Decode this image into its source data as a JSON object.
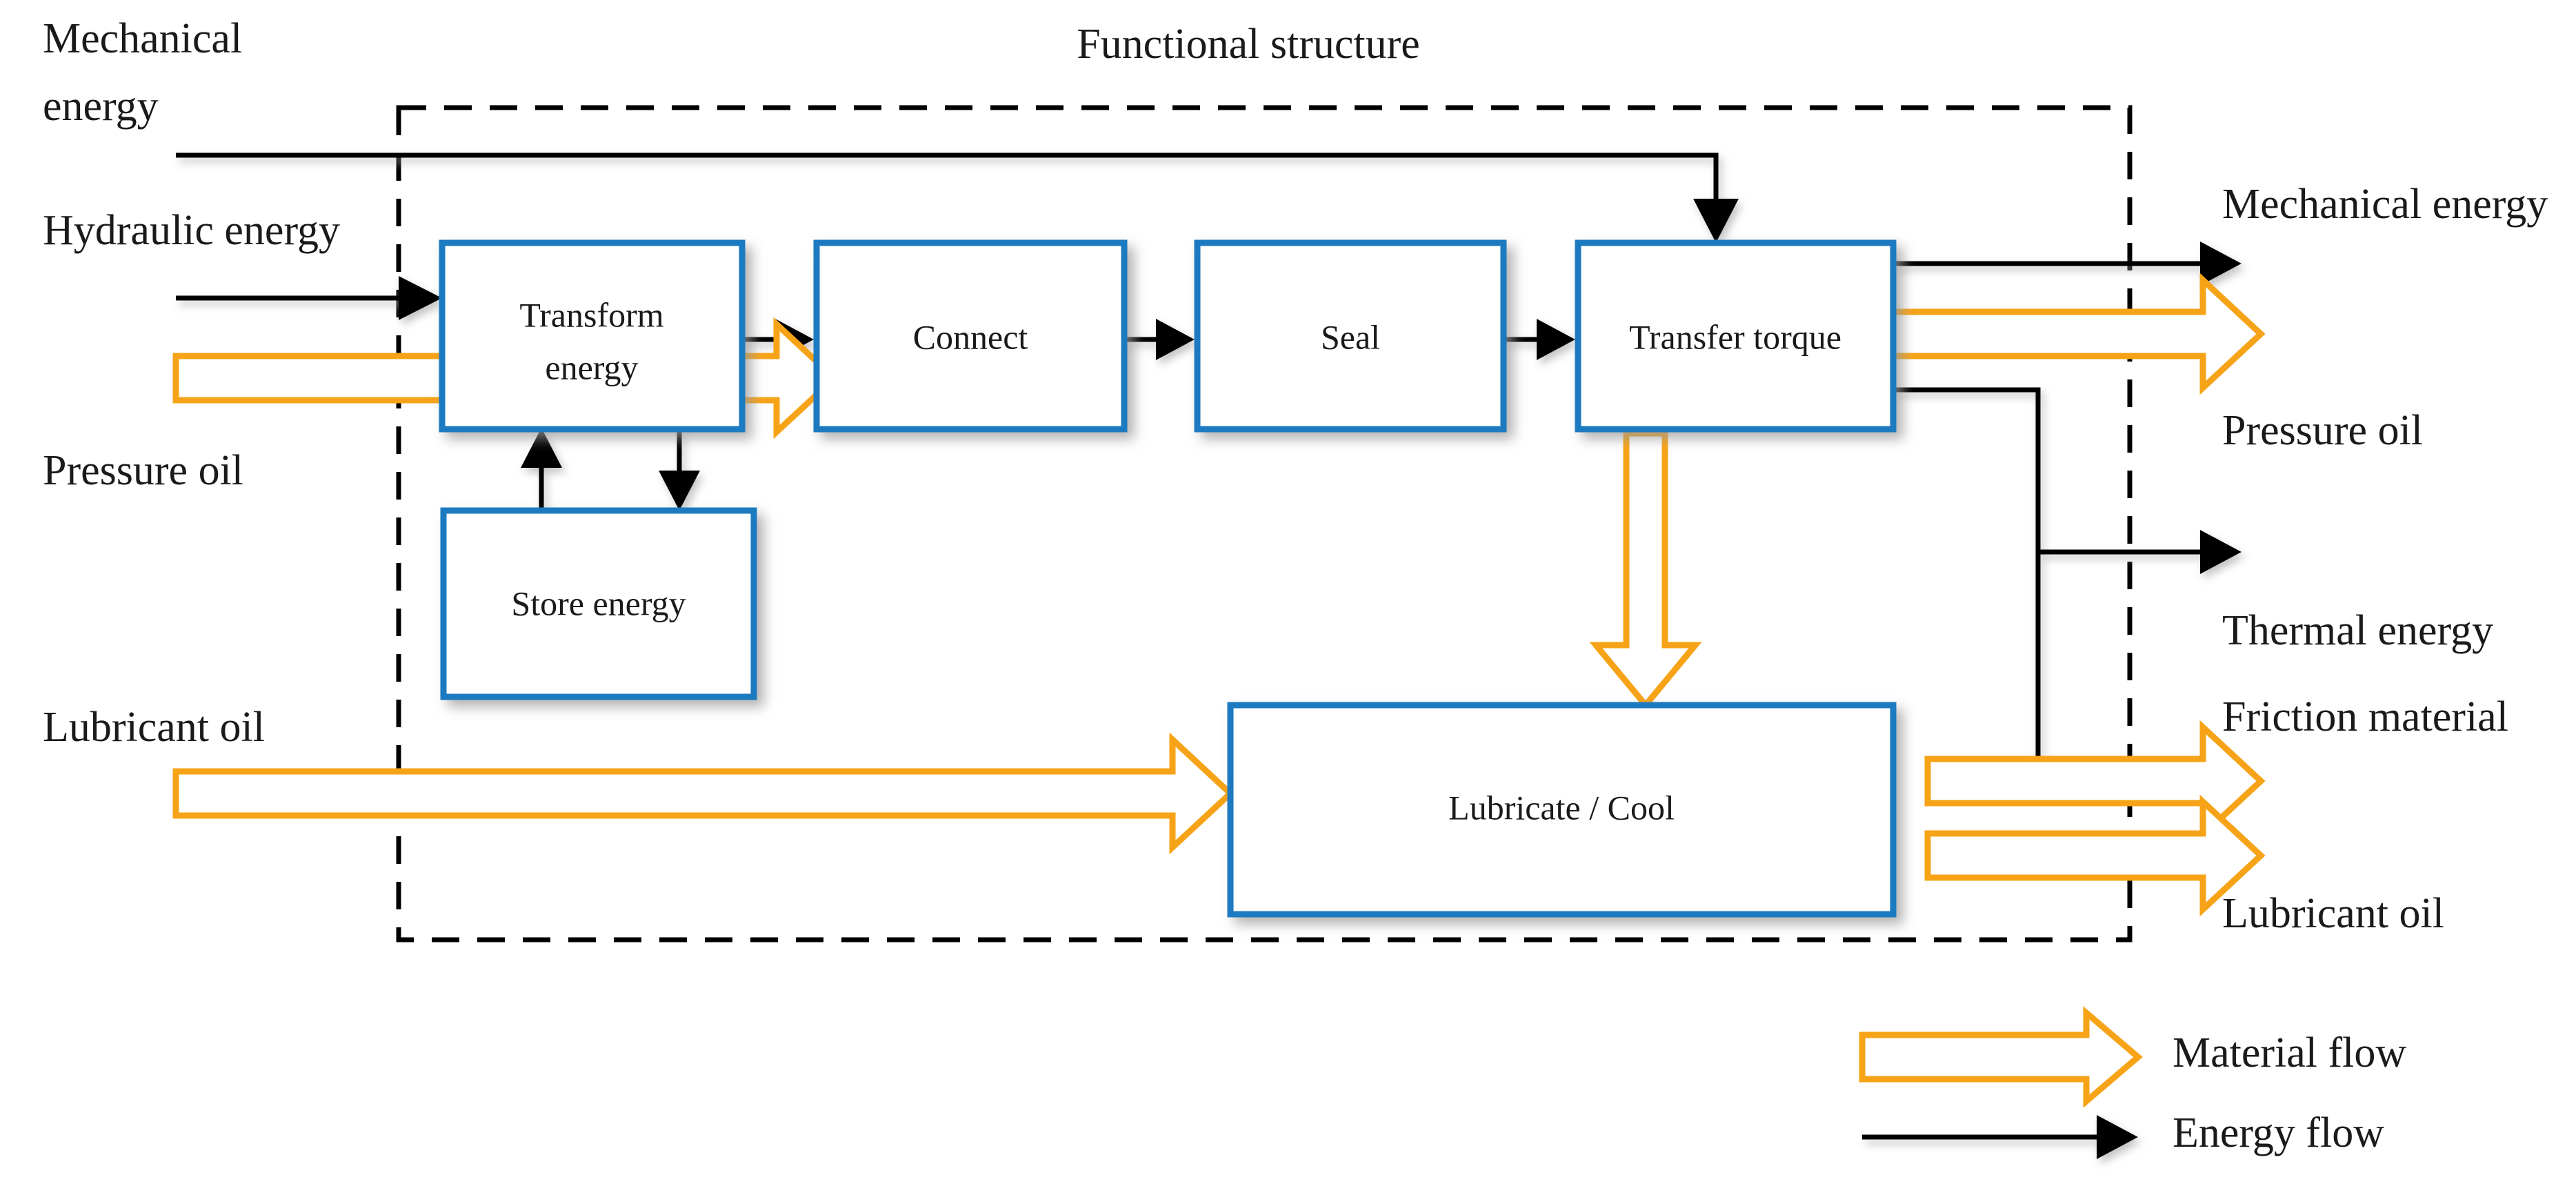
{
  "diagram": {
    "title": "Functional structure",
    "colors": {
      "box_border": "#1f7ac0",
      "material_flow": "#f7a317",
      "energy_flow": "#000000",
      "boundary": "#000000",
      "background": "#ffffff"
    },
    "boundary": {
      "style": "dashed",
      "label": "Functional structure"
    },
    "boxes": [
      {
        "id": "transform-energy",
        "label": "Transform energy",
        "line1": "Transform",
        "line2": "energy"
      },
      {
        "id": "connect",
        "label": "Connect"
      },
      {
        "id": "seal",
        "label": "Seal"
      },
      {
        "id": "transfer-torque",
        "label": "Transfer torque"
      },
      {
        "id": "store-energy",
        "label": "Store energy"
      },
      {
        "id": "lubricate-cool",
        "label": "Lubricate / Cool"
      }
    ],
    "inputs": [
      {
        "id": "mechanical-energy-in",
        "label": "Mechanical energy",
        "line1": "Mechanical",
        "line2": "energy",
        "flow": "energy"
      },
      {
        "id": "hydraulic-energy-in",
        "label": "Hydraulic energy",
        "flow": "energy"
      },
      {
        "id": "pressure-oil-in",
        "label": "Pressure oil",
        "flow": "material"
      },
      {
        "id": "lubricant-oil-in",
        "label": "Lubricant oil",
        "flow": "material"
      }
    ],
    "outputs": [
      {
        "id": "mechanical-energy-out",
        "label": "Mechanical energy",
        "flow": "energy"
      },
      {
        "id": "pressure-oil-out",
        "label": "Pressure oil",
        "flow": "material"
      },
      {
        "id": "thermal-energy-out",
        "label": "Thermal energy",
        "flow": "energy"
      },
      {
        "id": "friction-material-out",
        "label": "Friction material",
        "flow": "material"
      },
      {
        "id": "lubricant-oil-out",
        "label": "Lubricant oil",
        "flow": "material"
      }
    ],
    "legend": {
      "items": [
        {
          "id": "material-flow",
          "label": "Material flow",
          "color": "#f7a317",
          "style": "hollow-block-arrow"
        },
        {
          "id": "energy-flow",
          "label": "Energy flow",
          "color": "#000000",
          "style": "solid-line-arrow"
        }
      ]
    }
  }
}
